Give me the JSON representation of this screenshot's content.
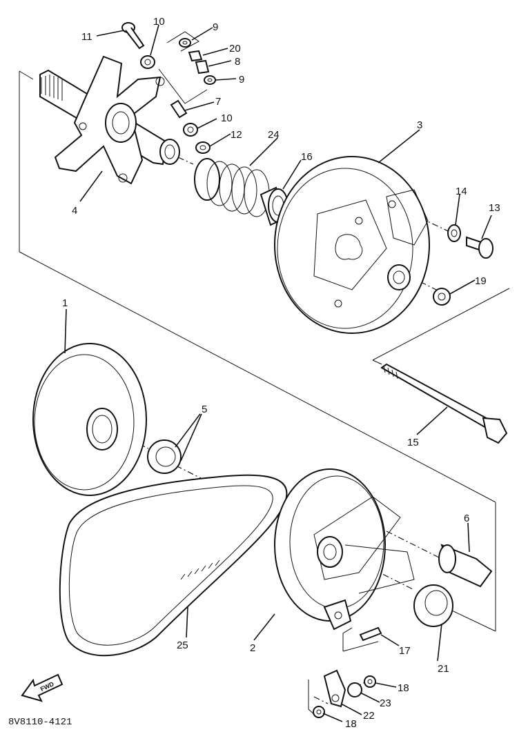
{
  "diagram": {
    "drawing_code": "8V8110-4121",
    "fwd_arrow_text": "FWD",
    "callouts": [
      "1",
      "2",
      "3",
      "4",
      "5",
      "6",
      "7",
      "8",
      "9",
      "9",
      "10",
      "10",
      "11",
      "12",
      "13",
      "14",
      "15",
      "16",
      "17",
      "18",
      "18",
      "19",
      "20",
      "21",
      "22",
      "23",
      "24",
      "25"
    ]
  },
  "colors": {
    "ink": "#111111",
    "paper": "#ffffff"
  }
}
